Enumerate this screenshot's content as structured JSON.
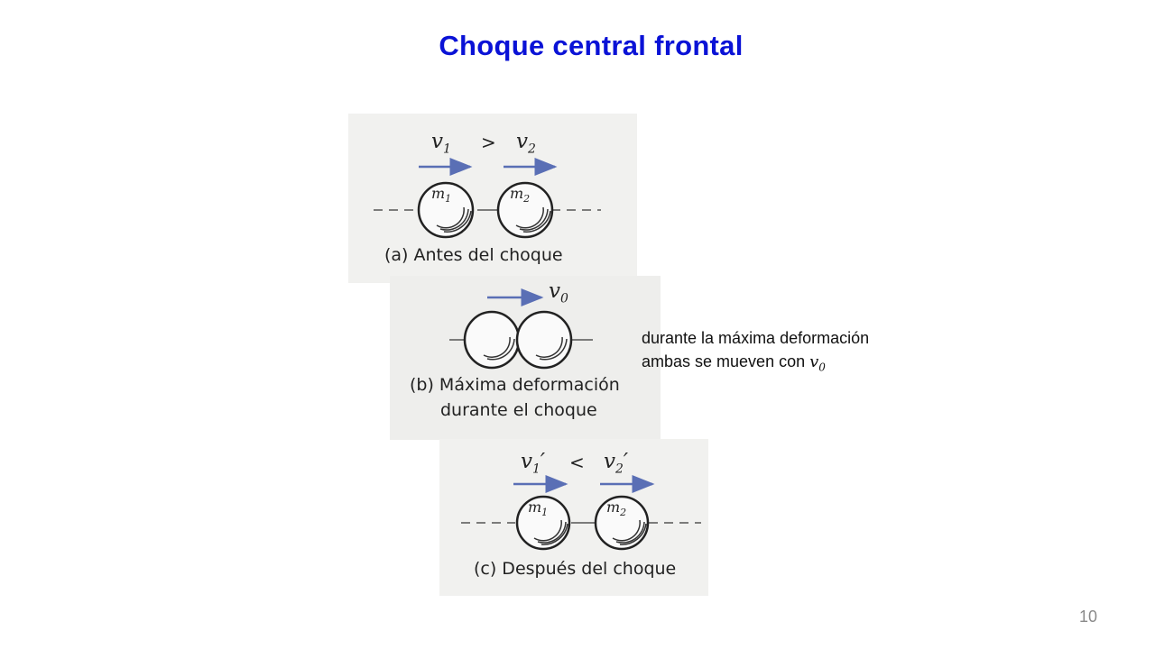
{
  "title": "Choque central frontal",
  "panels": {
    "a": {
      "caption": "(a) Antes del choque",
      "v_left": "v",
      "v_left_sub": "1",
      "comparator": ">",
      "v_right": "v",
      "v_right_sub": "2",
      "mass_left": "m",
      "mass_left_sub": "1",
      "mass_right": "m",
      "mass_right_sub": "2"
    },
    "b": {
      "caption_line1": "(b) Máxima deformación",
      "caption_line2": "durante el choque",
      "v": "v",
      "v_sub": "0"
    },
    "c": {
      "caption": "(c) Después del choque",
      "v_left": "v",
      "v_left_sub": "1",
      "v_left_prime": "′",
      "comparator": "<",
      "v_right": "v",
      "v_right_sub": "2",
      "v_right_prime": "′",
      "mass_left": "m",
      "mass_left_sub": "1",
      "mass_right": "m",
      "mass_right_sub": "2"
    }
  },
  "note": {
    "line1": "durante la máxima deformación",
    "line2_text": "ambas se mueven con ",
    "line2_var": "v",
    "line2_var_sub": "0"
  },
  "page_number": "10",
  "colors": {
    "title": "#0a12d6",
    "arrow": "#5a6fb5",
    "ink": "#222222"
  }
}
